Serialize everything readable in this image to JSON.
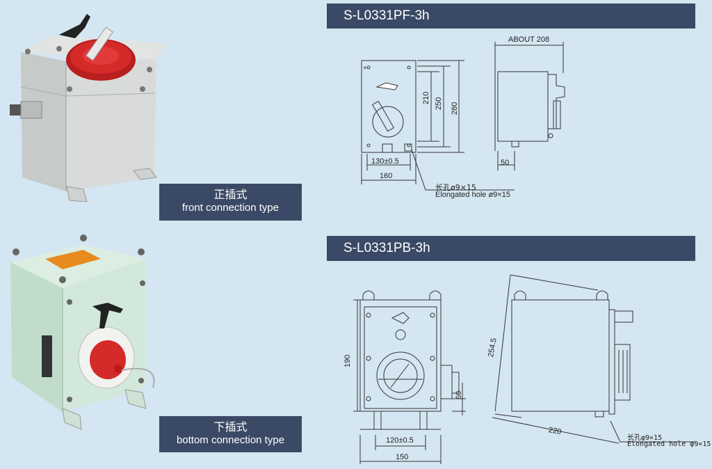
{
  "top": {
    "label_zh": "正插式",
    "label_en": "front connection type",
    "model": "S-L0331PF-3h",
    "dims": {
      "about": "ABOUT 208",
      "d210": "210",
      "d250": "250",
      "d280": "280",
      "d130": "130±0.5",
      "d160": "160",
      "d50": "50",
      "hole_zh": "长孔ø9×15",
      "hole_en": "Elongated hole  ø9×15"
    }
  },
  "bottom": {
    "label_zh": "下插式",
    "label_en": "bottom connection type",
    "model": "S-L0331PB-3h",
    "dims": {
      "d190": "190",
      "d60": "60",
      "d120": "120±0.5",
      "d150": "150",
      "d254": "254.5",
      "d220": "220",
      "hole_zh": "长孔φ9×15",
      "hole_en": "Elongated hole  φ9×15"
    }
  },
  "colors": {
    "header_bg": "#3a4a66",
    "page_bg": "#d4e6f1",
    "red_cap": "#d42a2a"
  }
}
